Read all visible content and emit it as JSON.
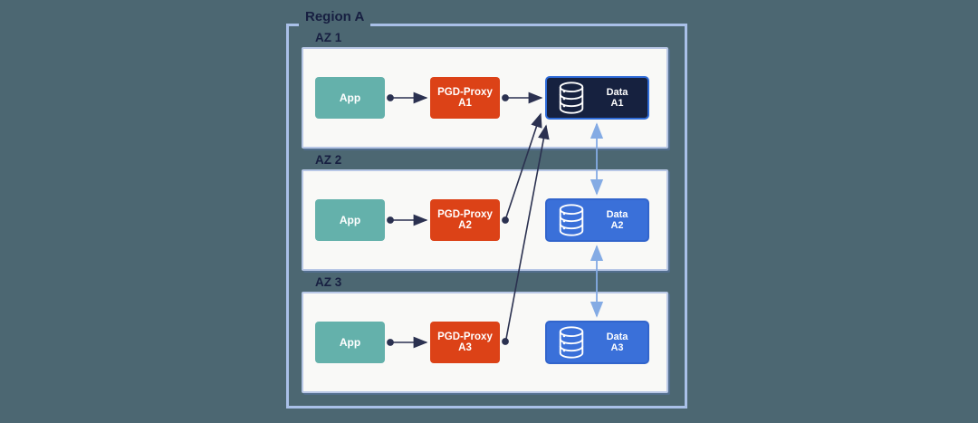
{
  "diagram_title": "Region A",
  "region": {
    "label": "Region A"
  },
  "zones": [
    {
      "label": "AZ 1",
      "app": "App",
      "proxy": "PGD-Proxy A1",
      "data": {
        "line1": "Data",
        "line2": "A1"
      }
    },
    {
      "label": "AZ 2",
      "app": "App",
      "proxy": "PGD-Proxy A2",
      "data": {
        "line1": "Data",
        "line2": "A2"
      }
    },
    {
      "label": "AZ 3",
      "app": "App",
      "proxy": "PGD-Proxy A3",
      "data": {
        "line1": "Data",
        "line2": "A3"
      }
    }
  ],
  "connections": [
    {
      "from": "App (AZ 1)",
      "to": "PGD-Proxy A1",
      "style": "dark-arrow"
    },
    {
      "from": "PGD-Proxy A1",
      "to": "Data A1",
      "style": "dark-arrow"
    },
    {
      "from": "App (AZ 2)",
      "to": "PGD-Proxy A2",
      "style": "dark-arrow"
    },
    {
      "from": "PGD-Proxy A2",
      "to": "Data A1",
      "style": "dark-arrow-diagonal"
    },
    {
      "from": "App (AZ 3)",
      "to": "PGD-Proxy A3",
      "style": "dark-arrow"
    },
    {
      "from": "PGD-Proxy A3",
      "to": "Data A1",
      "style": "dark-arrow-diagonal"
    },
    {
      "from": "Data A1",
      "to": "Data A2",
      "style": "blue-double-arrow"
    },
    {
      "from": "Data A2",
      "to": "Data A3",
      "style": "blue-double-arrow"
    }
  ],
  "colors": {
    "background": "#4c6772",
    "region_border": "#a9c0e8",
    "az_fill": "#f9f9f7",
    "az_border": "#b8c7e6",
    "app_fill": "#64b1ab",
    "proxy_fill": "#dc4217",
    "data_primary_fill": "#16213f",
    "data_primary_border": "#2e6bd8",
    "data_replica_fill": "#3a70d9",
    "dark_arrow": "#2b3150",
    "blue_arrow": "#84abe4",
    "label_text": "#171f41"
  },
  "icons": {
    "database": "database-icon"
  }
}
